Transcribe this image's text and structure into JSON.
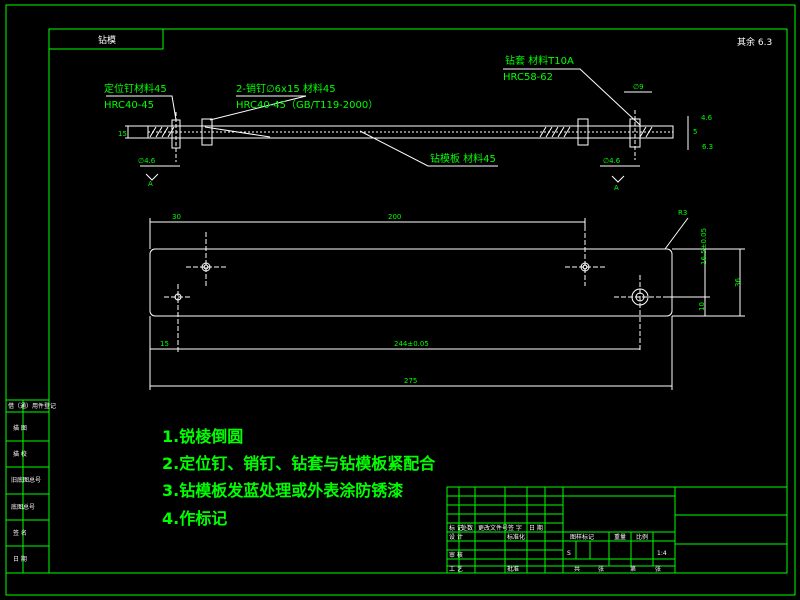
{
  "sheet": {
    "corner_label": "钻模",
    "roughness_label": "其余 6.3"
  },
  "callouts": {
    "locating_pin_material": "定位钉材料45",
    "locating_pin_hardness": "HRC40-45",
    "dowel_pin_spec": "2-销钉∅6x15  材料45",
    "dowel_pin_hardness": "HRC40-45（GB/T119-2000）",
    "bushing_material": "钻套  材料T10A",
    "bushing_hardness": "HRC58-62",
    "drill_plate_material": "钻模板 材料45"
  },
  "dims_top": {
    "plate_thickness": "15",
    "pin_dia_left": "∅4.6",
    "pin_dia_right": "∅4.6",
    "datum_left": "A",
    "datum_right": "A",
    "bush_top": "∅9",
    "bush_side_a": "4.6",
    "bush_side_b": "5",
    "bush_side_c": "6.3"
  },
  "dims_plan": {
    "left_offset": "30",
    "hole_span": "200",
    "chamfer": "R3",
    "right_vertical_upper": "16.5±0.05",
    "right_vertical_height": "36",
    "right_vertical_lower": "10",
    "bottom_left": "15",
    "bottom_span": "244±0.05",
    "overall_length": "275"
  },
  "notes": [
    "1.锐棱倒圆",
    "2.定位钉、销钉、钻套与钻模板紧配合",
    "3.钻模板发蓝处理或外表涂防锈漆",
    "4.作标记"
  ],
  "side_table": [
    "借（通）用件登记",
    "描 图",
    "描 校",
    "旧底图总号",
    "底图总号",
    "签 名",
    "日 期"
  ],
  "title_block": {
    "row_labels": [
      "标 记",
      "设 计",
      "审 核",
      "工 艺"
    ],
    "col_labels": [
      "处数",
      "更改文件号",
      "签 字",
      "日 期"
    ],
    "header": [
      "图样标记",
      "重量",
      "比例"
    ],
    "scale": "1:4",
    "stage": "S",
    "sheet_info": [
      "共",
      "张",
      "第",
      "张"
    ],
    "standardize": "标准化",
    "approve": "批准"
  }
}
